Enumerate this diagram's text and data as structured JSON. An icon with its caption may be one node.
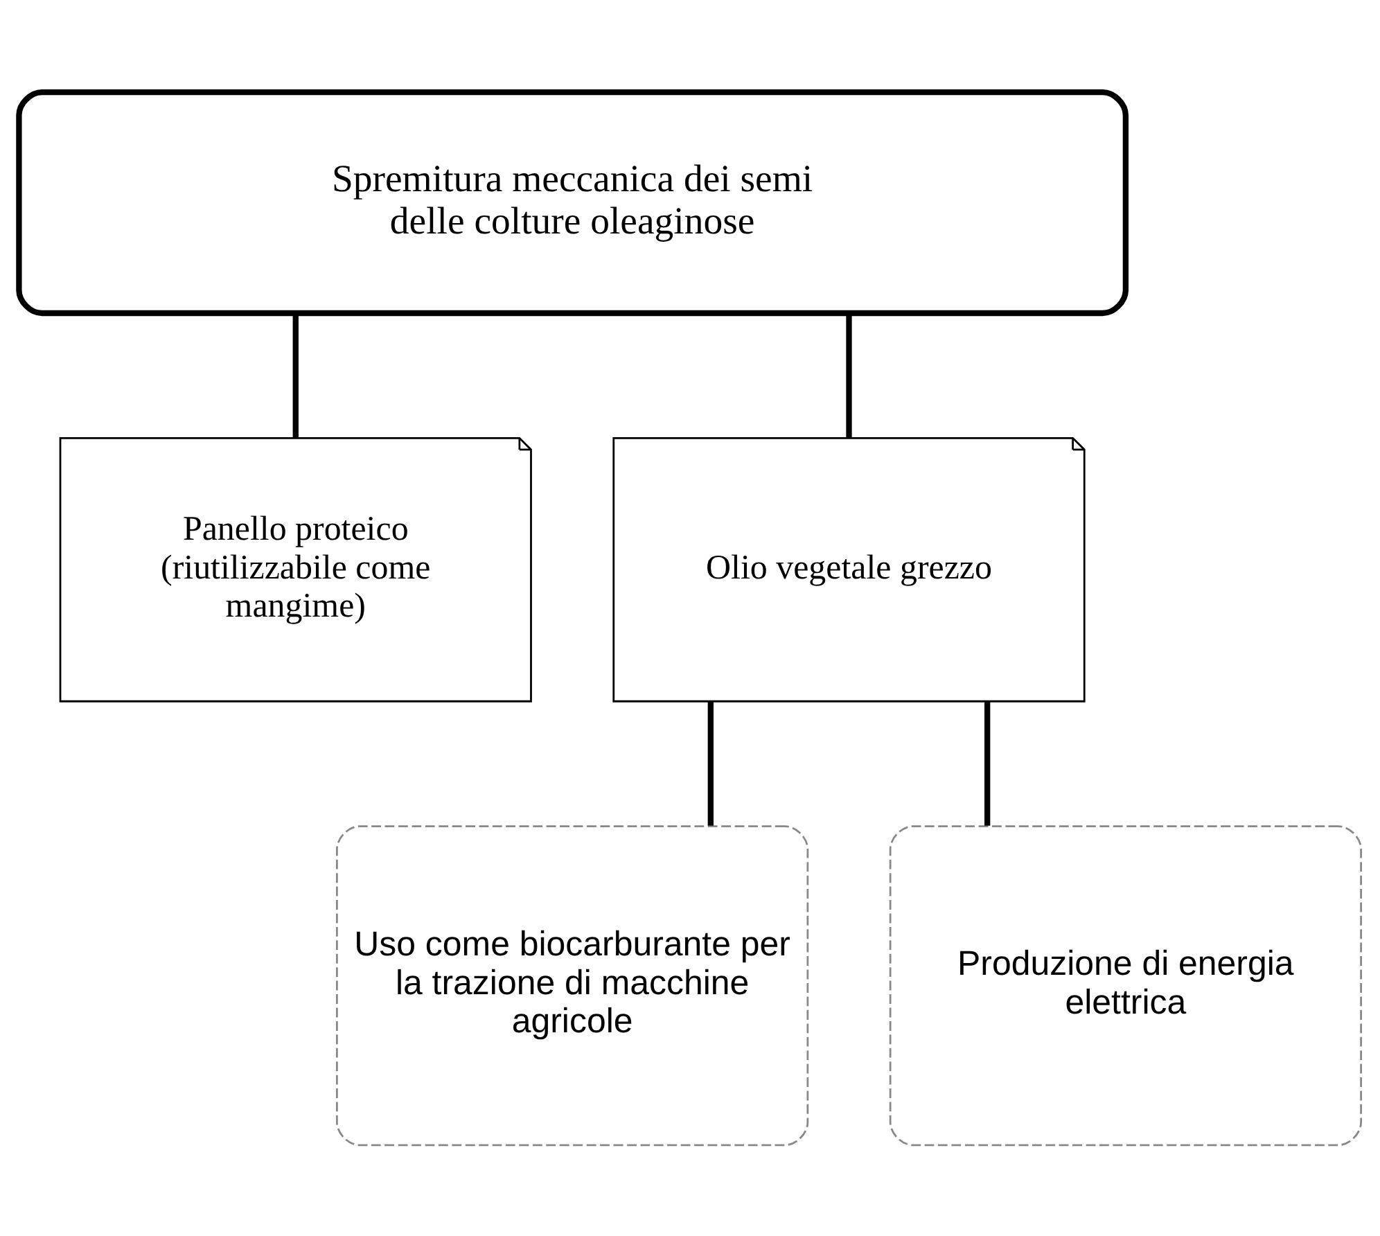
{
  "diagram": {
    "nodes": [
      {
        "text": [
          "Spremitura meccanica dei semi delle colture oleaginose"
        ]
      },
      {
        "text": [
          "Panello proteico (riutilizzabile come mangime)"
        ]
      },
      {
        "text": [
          "Olio vegetale grezzo"
        ]
      },
      {
        "text": [
          "Uso come biocarburante per la trazione di macchine agricole"
        ]
      },
      {
        "text": [
          "Produzione di energia elettrica"
        ]
      }
    ],
    "edges": [
      {
        "from": 0,
        "to": 1,
        "arrow": "none"
      },
      {
        "from": 0,
        "to": 2,
        "arrow": "none"
      },
      {
        "from": 2,
        "to": 3,
        "arrow": "none"
      },
      {
        "from": 2,
        "to": 4,
        "arrow": "none"
      }
    ]
  }
}
